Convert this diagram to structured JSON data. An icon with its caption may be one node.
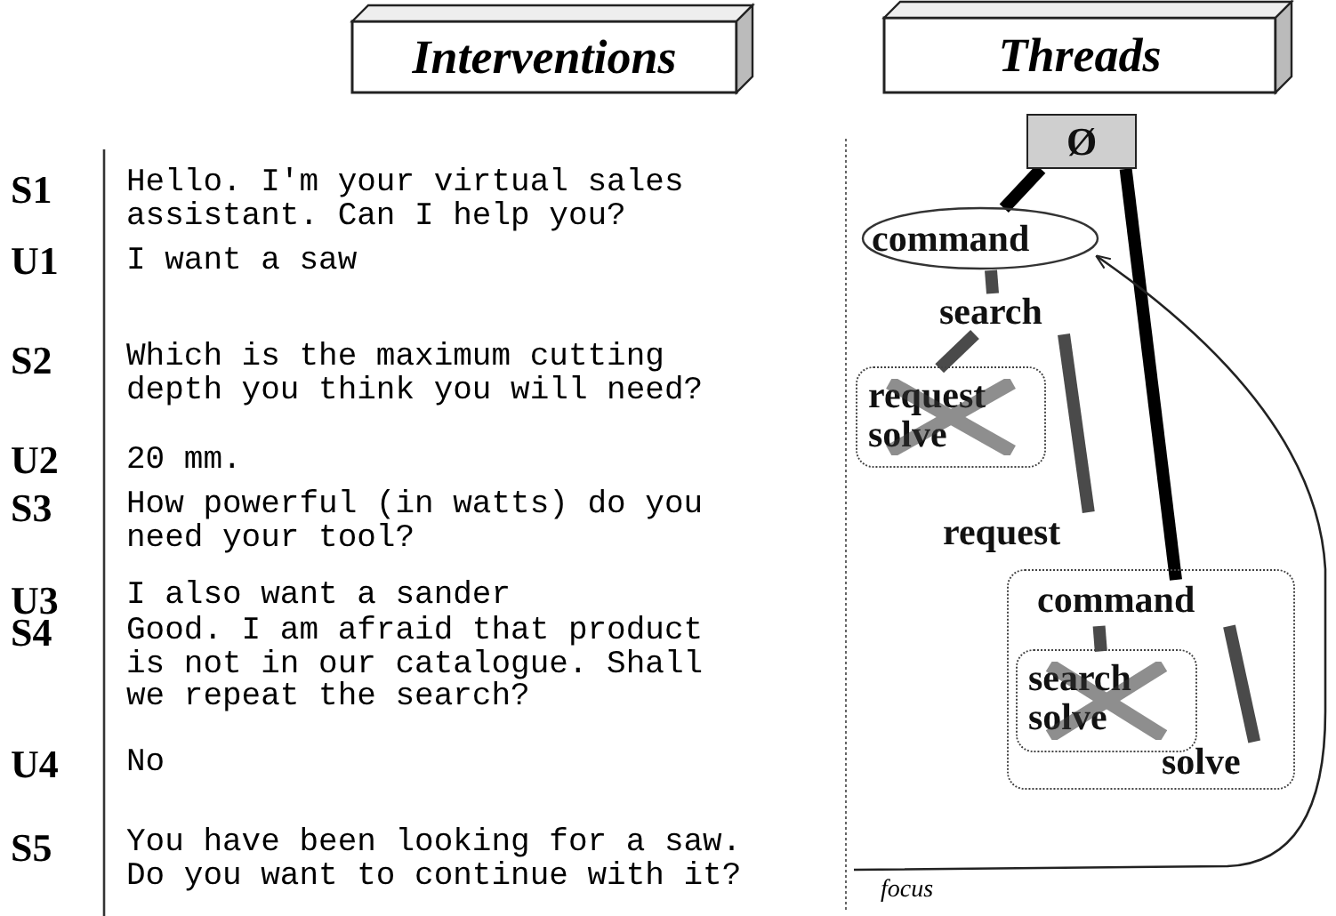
{
  "diagram": {
    "nodes": [
      {
        "text": [
          "Interventions"
        ]
      },
      {
        "text": [
          "Threads"
        ]
      },
      {
        "text": [
          "Ø"
        ]
      },
      {
        "text": [
          "command"
        ]
      },
      {
        "text": [
          "search"
        ]
      },
      {
        "text": [
          "request",
          "solve"
        ]
      },
      {
        "text": [
          "request"
        ]
      },
      {
        "text": [],
        "shape": "box"
      },
      {
        "text": [
          "command"
        ],
        "in": 7
      },
      {
        "text": [
          "search",
          "solve"
        ],
        "in": 7
      },
      {
        "text": [
          "solve"
        ],
        "in": 7
      }
    ],
    "edges": [
      {
        "from": 2,
        "to": 3,
        "arrow": "none",
        "color": "#000000"
      },
      {
        "from": 3,
        "to": 4,
        "arrow": "none"
      },
      {
        "from": 4,
        "to": 5,
        "arrow": "none"
      },
      {
        "from": 4,
        "to": 6,
        "arrow": "none"
      },
      {
        "from": 2,
        "to": 8,
        "arrow": "none",
        "color": "#000000"
      },
      {
        "from": 8,
        "to": 9,
        "arrow": "none"
      },
      {
        "from": 8,
        "to": 10,
        "arrow": "none"
      },
      {
        "from": null,
        "to": 3,
        "arrow": "to",
        "label": "focus"
      }
    ],
    "labels": [
      "S1",
      "Hello. I'm your virtual sales assistant. Can I help you?",
      "U1",
      "I want a saw",
      "S2",
      "Which is the maximum cutting depth you think you will need?",
      "U2",
      "20 mm.",
      "S3",
      "How powerful (in watts) do you need your tool?",
      "U3",
      "I also want a sander",
      "S4",
      "Good. I am afraid that product is not in our catalogue. Shall we repeat the search?",
      "U4",
      "No",
      "S5",
      "You have been looking for a saw. Do you want to continue with it?"
    ]
  }
}
